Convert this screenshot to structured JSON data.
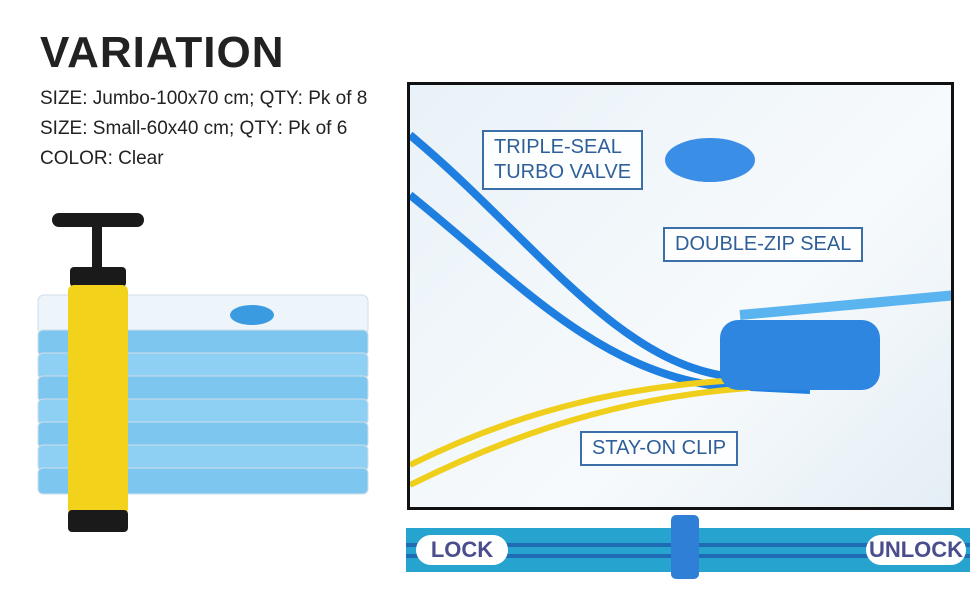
{
  "title": "VARIATION",
  "specs": [
    "SIZE: Jumbo-100x70 cm; QTY: Pk of 8",
    "SIZE: Small-60x40 cm; QTY: Pk of 6",
    "COLOR: Clear"
  ],
  "callouts": {
    "valve_line1": "TRIPLE-SEAL",
    "valve_line2": "TURBO VALVE",
    "zip": "DOUBLE-ZIP SEAL",
    "clip": "STAY-ON CLIP"
  },
  "bar": {
    "lock": "LOCK",
    "unlock": "UNLOCK"
  },
  "colors": {
    "accent": "#26a3cf",
    "callout": "#2f5f99",
    "pump": "#f2d21b"
  }
}
